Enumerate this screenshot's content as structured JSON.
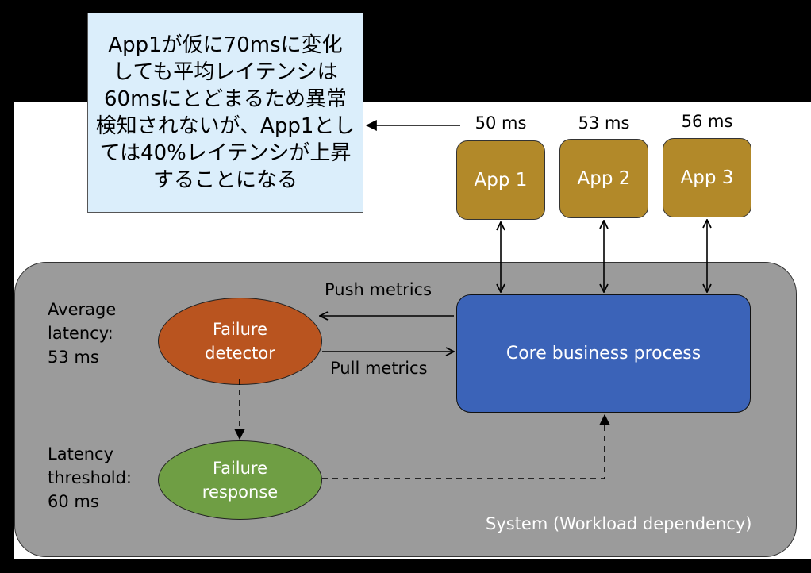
{
  "callout": {
    "text": "App1が仮に70msに変化\nしても平均レイテンシは\n60msにとどまるため異常\n検知されないが、App1とし\nては40%レイテンシが上昇\nすることになる"
  },
  "apps": [
    {
      "name": "App 1",
      "latency": "50 ms"
    },
    {
      "name": "App 2",
      "latency": "53 ms"
    },
    {
      "name": "App 3",
      "latency": "56 ms"
    }
  ],
  "system": {
    "label": "System (Workload dependency)",
    "core": "Core business process",
    "detector": "Failure\ndetector",
    "response": "Failure\nresponse",
    "push": "Push metrics",
    "pull": "Pull metrics",
    "average": "Average\nlatency:\n53 ms",
    "threshold": "Latency\nthreshold:\n60 ms"
  },
  "colors": {
    "app": "#b28929",
    "core": "#3b63b8",
    "detector": "#b9541f",
    "response": "#6f9e44",
    "system": "#9b9b9b",
    "callout": "#dbeefb"
  }
}
